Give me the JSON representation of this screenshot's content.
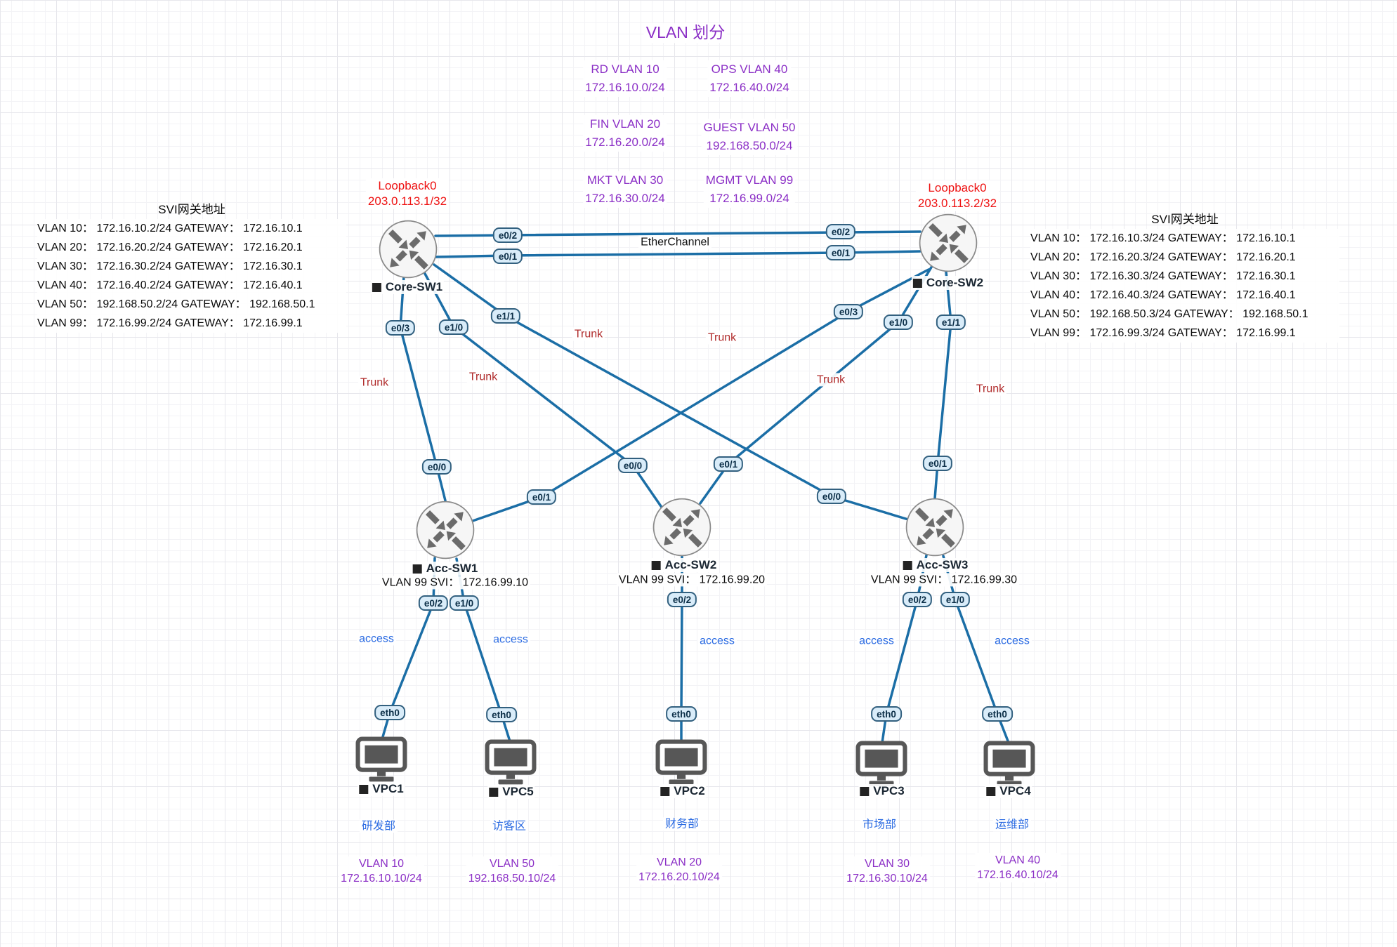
{
  "title": "VLAN 划分",
  "colors": {
    "link": "#1b6ea6",
    "purple": "#8B2FC6",
    "loopback_red": "#EE1111",
    "trunk_red": "#B02B2B",
    "access_blue": "#2B6BE2",
    "port_fill": "#d9ecf9",
    "port_border": "#32607f"
  },
  "legend": {
    "items": [
      {
        "name": "RD  VLAN 10",
        "subnet": "172.16.10.0/24"
      },
      {
        "name": "OPS  VLAN 40",
        "subnet": "172.16.40.0/24"
      },
      {
        "name": "FIN  VLAN 20",
        "subnet": "172.16.20.0/24"
      },
      {
        "name": "GUEST  VLAN 50",
        "subnet": "192.168.50.0/24"
      },
      {
        "name": "MKT  VLAN 30",
        "subnet": "172.16.30.0/24"
      },
      {
        "name": "MGMT  VLAN 99",
        "subnet": "172.16.99.0/24"
      }
    ]
  },
  "svi_tables": {
    "left": {
      "title": "SVI网关地址",
      "rows": [
        "VLAN 10： 172.16.10.2/24 GATEWAY： 172.16.10.1",
        "VLAN 20： 172.16.20.2/24 GATEWAY： 172.16.20.1",
        "VLAN 30： 172.16.30.2/24 GATEWAY： 172.16.30.1",
        "VLAN 40： 172.16.40.2/24 GATEWAY： 172.16.40.1",
        "VLAN 50： 192.168.50.2/24 GATEWAY： 192.168.50.1",
        "VLAN 99： 172.16.99.2/24 GATEWAY： 172.16.99.1"
      ]
    },
    "right": {
      "title": "SVI网关地址",
      "rows": [
        "VLAN 10： 172.16.10.3/24 GATEWAY： 172.16.10.1",
        "VLAN 20： 172.16.20.3/24 GATEWAY： 172.16.20.1",
        "VLAN 30： 172.16.30.3/24 GATEWAY： 172.16.30.1",
        "VLAN 40： 172.16.40.3/24 GATEWAY： 172.16.40.1",
        "VLAN 50： 192.168.50.3/24 GATEWAY： 192.168.50.1",
        "VLAN 99： 172.16.99.3/24 GATEWAY： 172.16.99.1"
      ]
    }
  },
  "labels": {
    "etherchannel": "EtherChannel",
    "trunk": "Trunk",
    "access": "access"
  },
  "ports": {
    "e00": "e0/0",
    "e01": "e0/1",
    "e02": "e0/2",
    "e03": "e0/3",
    "e10": "e1/0",
    "e11": "e1/1",
    "eth0": "eth0"
  },
  "devices": {
    "core_sw1": {
      "name": "Core-SW1",
      "loopback_label": "Loopback0",
      "loopback_ip": "203.0.113.1/32"
    },
    "core_sw2": {
      "name": "Core-SW2",
      "loopback_label": "Loopback0",
      "loopback_ip": "203.0.113.2/32"
    },
    "acc_sw1": {
      "name": "Acc-SW1",
      "svi": "VLAN 99 SVI： 172.16.99.10"
    },
    "acc_sw2": {
      "name": "Acc-SW2",
      "svi": "VLAN 99 SVI： 172.16.99.20"
    },
    "acc_sw3": {
      "name": "Acc-SW3",
      "svi": "VLAN 99 SVI： 172.16.99.30"
    },
    "vpc1": {
      "name": "VPC1",
      "dept": "研发部",
      "vlan": "VLAN 10",
      "ip": "172.16.10.10/24"
    },
    "vpc5": {
      "name": "VPC5",
      "dept": "访客区",
      "vlan": "VLAN 50",
      "ip": "192.168.50.10/24"
    },
    "vpc2": {
      "name": "VPC2",
      "dept": "财务部",
      "vlan": "VLAN 20",
      "ip": "172.16.20.10/24"
    },
    "vpc3": {
      "name": "VPC3",
      "dept": "市场部",
      "vlan": "VLAN 30",
      "ip": "172.16.30.10/24"
    },
    "vpc4": {
      "name": "VPC4",
      "dept": "运维部",
      "vlan": "VLAN 40",
      "ip": "172.16.40.10/24"
    }
  }
}
